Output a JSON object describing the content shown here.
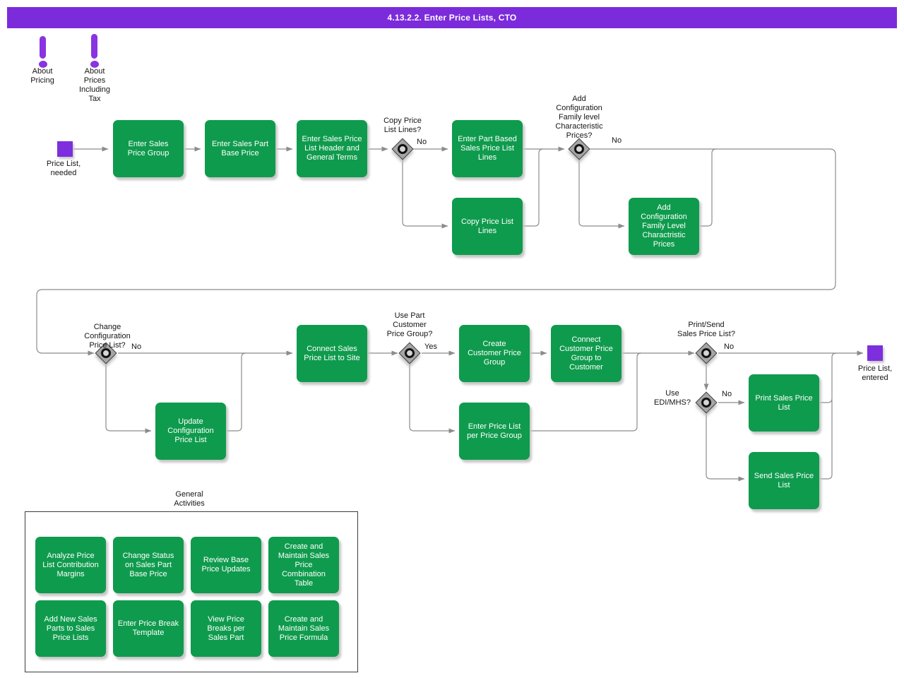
{
  "title": "4.13.2.2. Enter Price Lists, CTO",
  "colors": {
    "header_purple": "#7C2BDB",
    "event_purple": "#7D2EDD",
    "icon_purple": "#8A33E2",
    "node_green": "#0F9B4D",
    "line_gray": "#8C8C8C"
  },
  "notes": {
    "pricing": "About\nPricing",
    "prices_including_tax": "About\nPrices\nIncluding\nTax"
  },
  "events": {
    "start": "Price List,\nneeded",
    "end": "Price List,\nentered"
  },
  "activities": {
    "enter_sales_price_group": "Enter Sales\nPrice Group",
    "enter_sales_part_base_price": "Enter Sales Part\nBase Price",
    "enter_sales_price_list_header": "Enter Sales Price\nList Header and\nGeneral Terms",
    "enter_part_based_lines": "Enter Part Based\nSales Price List\nLines",
    "copy_price_list_lines": "Copy Price List\nLines",
    "add_config_family_prices": "Add\nConfiguration\nFamily Level\nCharactristic\nPrices",
    "update_configuration_price_list": "Update\nConfiguration\nPrice List",
    "connect_sales_price_list_to_site": "Connect Sales\nPrice List to Site",
    "create_customer_price_group": "Create\nCustomer Price\nGroup",
    "connect_customer_price_group": "Connect\nCustomer Price\nGroup to\nCustomer",
    "enter_price_list_per_price_group": "Enter Price List\nper Price Group",
    "print_sales_price_list": "Print Sales Price\nList",
    "send_sales_price_list": "Send Sales Price\nList"
  },
  "decisions": {
    "copy_price_list_lines": {
      "question": "Copy Price\nList Lines?",
      "branch_label": "No"
    },
    "add_config_family_prices": {
      "question": "Add\nConfiguration\nFamily level\nCharacteristic\nPrices?",
      "branch_label": "No"
    },
    "change_configuration_price_list": {
      "question": "Change\nConfiguration\nPrice List?",
      "branch_label": "No"
    },
    "use_part_customer_price_group": {
      "question": "Use Part\nCustomer\nPrice Group?",
      "branch_label": "Yes"
    },
    "print_send_sales_price_list": {
      "question": "Print/Send\nSales Price List?",
      "branch_label": "No"
    },
    "use_edi_mhs": {
      "question": "Use\nEDI/MHS?",
      "branch_label": "No"
    }
  },
  "general_activities": {
    "title": "General\nActivities",
    "items": [
      "Analyze Price\nList Contribution\nMargins",
      "Change Status\non Sales Part\nBase Price",
      "Review Base\nPrice Updates",
      "Create and\nMaintain Sales\nPrice\nCombination\nTable",
      "Add New Sales\nParts to Sales\nPrice Lists",
      "Enter Price Break\nTemplate",
      "View Price\nBreaks per\nSales Part",
      "Create and\nMaintain Sales\nPrice Formula"
    ]
  }
}
